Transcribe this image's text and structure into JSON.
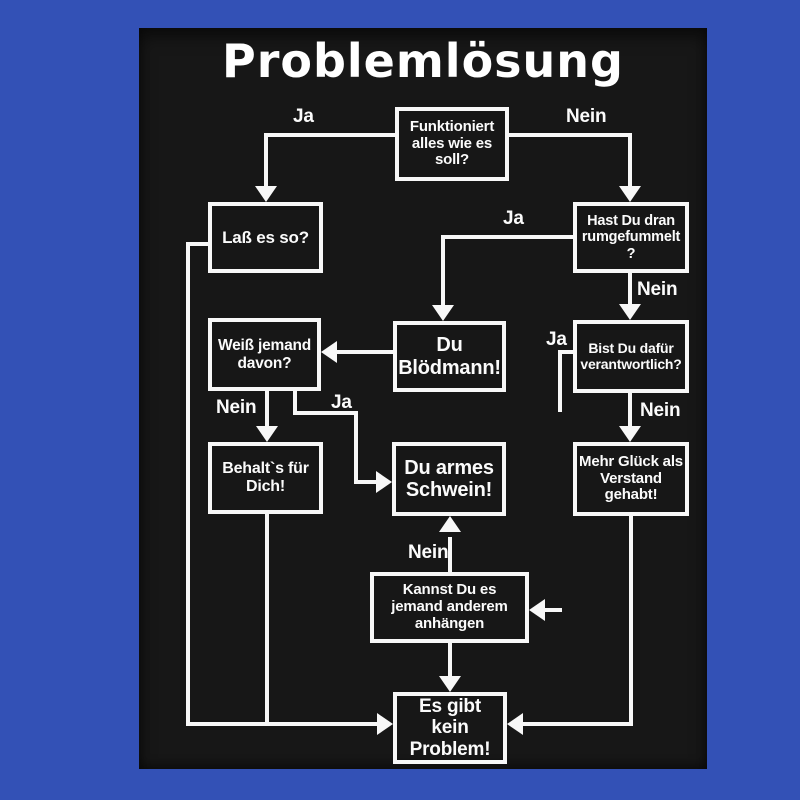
{
  "title": "Problemlösung",
  "colors": {
    "background_blue": "#3351b6",
    "shirt_black": "#171717",
    "line_white": "#f8f8f8"
  },
  "nodes": {
    "funktioniert": "Funktioniert alles wie es soll?",
    "lass": "Laß es so?",
    "hast": "Hast Du dran rumgefummelt ?",
    "bloedmann": "Du Blödmann!",
    "weiss": "Weiß jemand davon?",
    "bist": "Bist Du dafür verantwortlich?",
    "behalt": "Behalt`s für Dich!",
    "schwein": "Du armes Schwein!",
    "glueck": "Mehr Glück als Verstand gehabt!",
    "kannst": "Kannst Du es jemand anderem anhängen",
    "problem": "Es gibt kein Problem!"
  },
  "edge_labels": {
    "top_ja": "Ja",
    "top_nein": "Nein",
    "hast_ja": "Ja",
    "hast_nein": "Nein",
    "weiss_nein": "Nein",
    "weiss_ja": "Ja",
    "bist_ja": "Ja",
    "bist_nein": "Nein",
    "kannst_nein": "Nein"
  }
}
